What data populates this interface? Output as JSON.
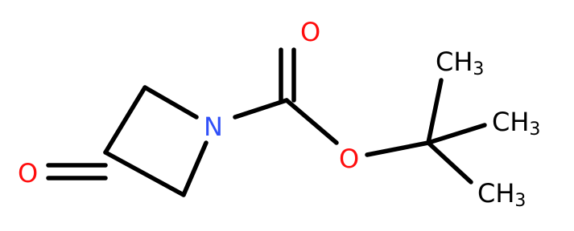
{
  "molecule": {
    "atoms": {
      "ketone_O": {
        "element": "O",
        "color": "#ff0d0d"
      },
      "ring_N": {
        "element": "N",
        "color": "#3050f8"
      },
      "carbonyl_O": {
        "element": "O",
        "color": "#ff0d0d"
      },
      "ester_O": {
        "element": "O",
        "color": "#ff0d0d"
      },
      "methyl_top": {
        "main": "CH",
        "sub": "3",
        "color": "#000000"
      },
      "methyl_mid": {
        "main": "CH",
        "sub": "3",
        "color": "#000000"
      },
      "methyl_bot": {
        "main": "CH",
        "sub": "3",
        "color": "#000000"
      }
    },
    "bond_color": "#000000"
  }
}
